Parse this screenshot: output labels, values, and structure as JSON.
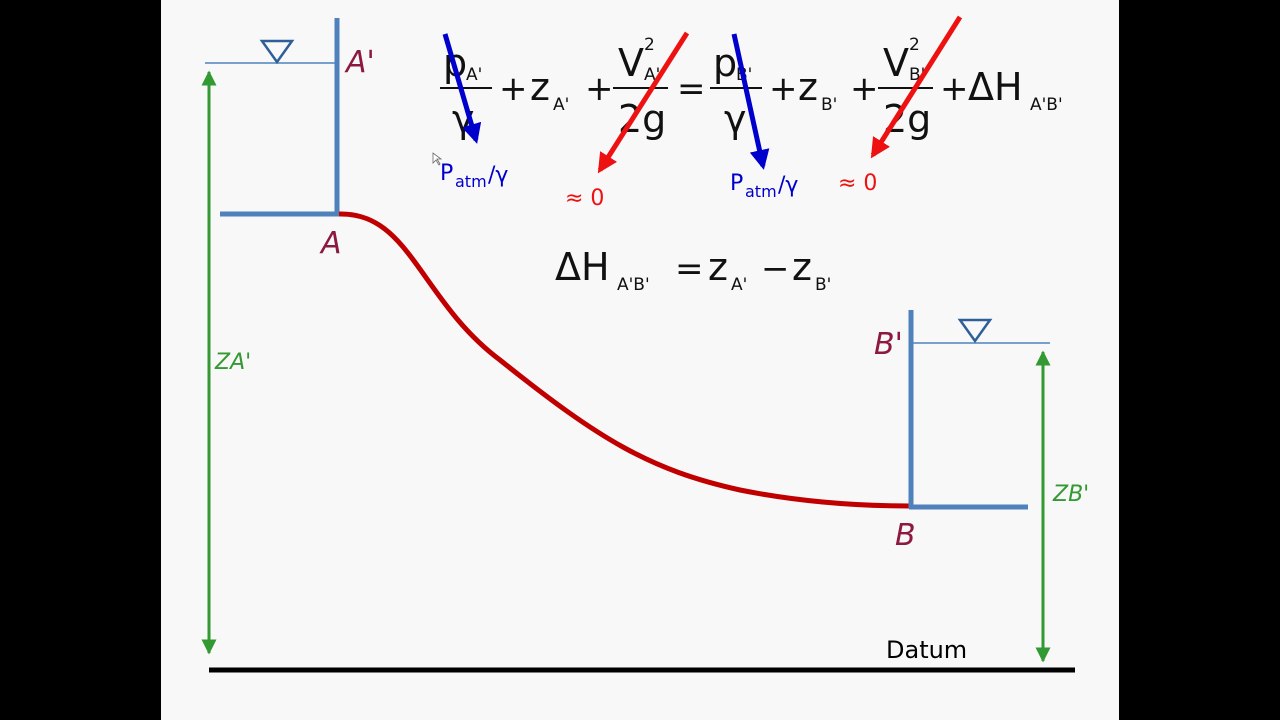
{
  "colors": {
    "tank": "#4f81bd",
    "pipe": "#c00000",
    "point_label": "#8b1a3e",
    "dimension": "#339933",
    "annotation_blue": "#0000cc",
    "annotation_red": "#ee1111",
    "datum": "#000000",
    "slide_bg": "#f8f8f8",
    "frame_bg": "#000000"
  },
  "labels": {
    "A_prime": "A'",
    "A": "A",
    "B_prime": "B'",
    "B": "B",
    "ZA_prime": "ZA'",
    "ZB_prime": "ZB'",
    "datum": "Datum"
  },
  "equation": {
    "p": "p",
    "gamma": "γ",
    "z": "z",
    "V": "V",
    "sq": "2",
    "two_g": "2g",
    "plus": "+",
    "equals": "=",
    "minus": "−",
    "delta_H": "ΔH",
    "sub_A": "A'",
    "sub_B": "B'",
    "sub_AB": "A'B'"
  },
  "annotations": {
    "p_atm_P": "P",
    "p_atm_sub": "atm",
    "p_atm_slash_gamma": "/γ",
    "approx_zero": "≈ 0"
  },
  "icons": [
    "water-surface-triangle-icon",
    "water-surface-triangle-icon"
  ]
}
